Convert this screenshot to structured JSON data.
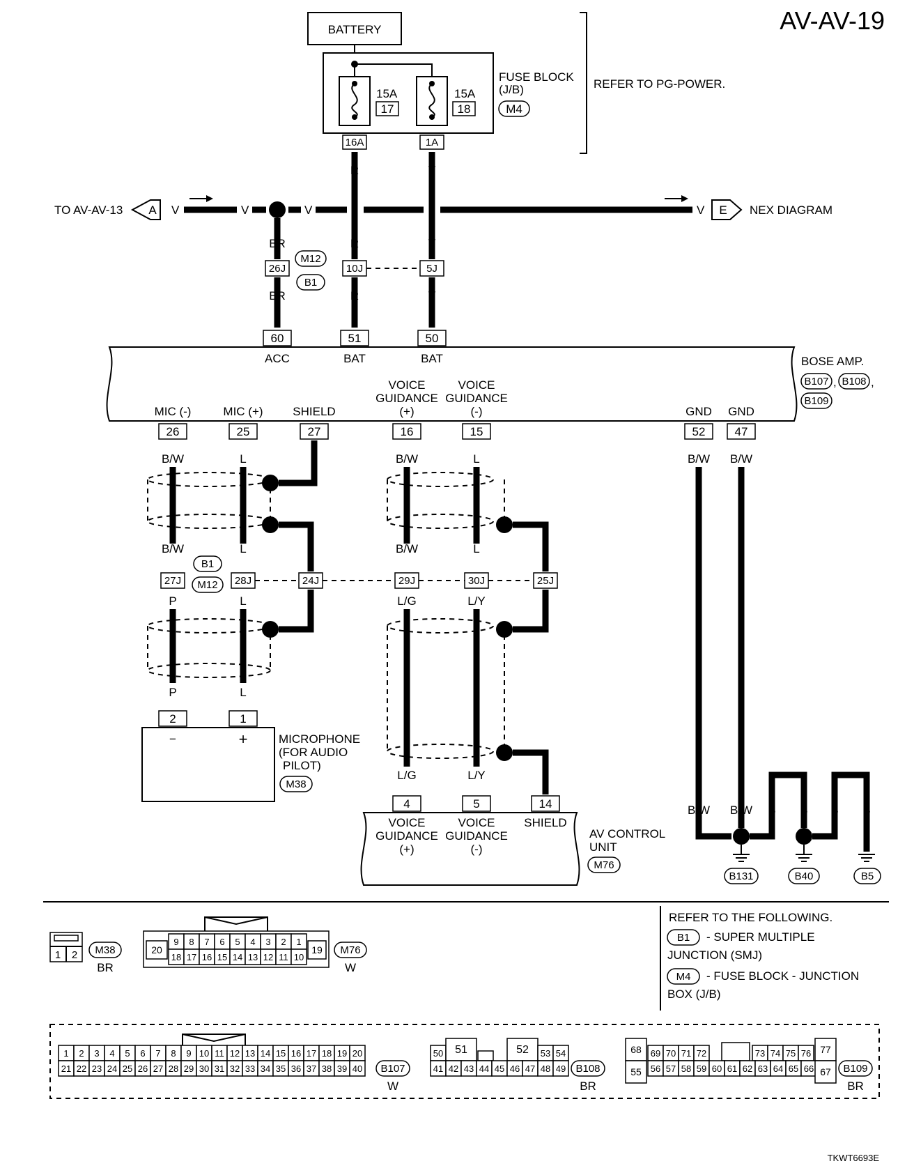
{
  "diagram_id": "AV-AV-19",
  "footer_code": "TKWT6693E",
  "power": {
    "battery": "BATTERY",
    "fuse_block": "FUSE BLOCK",
    "fuse_block_sub": "(J/B)",
    "fuse_block_conn": "M4",
    "refer": "REFER TO PG-POWER.",
    "fuses": [
      {
        "amp": "15A",
        "num": "17",
        "term": "16A"
      },
      {
        "amp": "15A",
        "num": "18",
        "term": "1A"
      }
    ]
  },
  "bus": {
    "left_label": "TO AV-AV-13",
    "left_tag": "A",
    "right_label": "NEX DIAGRAM",
    "right_tag": "E",
    "color": "V"
  },
  "colors": {
    "r": "R",
    "y": "Y",
    "br": "BR",
    "bw": "B/W",
    "l": "L",
    "p": "P",
    "lg": "L/G",
    "ly": "L/Y",
    "b": "B",
    "v": "V"
  },
  "junction1": {
    "conn_a": "M12",
    "conn_b": "B1",
    "terms": [
      "26J",
      "10J",
      "5J"
    ]
  },
  "bose_amp": {
    "name": "BOSE AMP.",
    "conns": [
      "B107",
      "B108",
      "B109"
    ],
    "comma1": ",",
    "comma2": ",",
    "top_pins": [
      {
        "num": "60",
        "label": "ACC"
      },
      {
        "num": "51",
        "label": "BAT"
      },
      {
        "num": "50",
        "label": "BAT"
      }
    ],
    "bottom_pins": [
      {
        "num": "26",
        "label": "MIC (-)"
      },
      {
        "num": "25",
        "label": "MIC (+)"
      },
      {
        "num": "27",
        "label": "SHIELD"
      },
      {
        "num": "16",
        "label1": "VOICE",
        "label2": "GUIDANCE",
        "label3": "(+)"
      },
      {
        "num": "15",
        "label1": "VOICE",
        "label2": "GUIDANCE",
        "label3": "(-)"
      },
      {
        "num": "52",
        "label": "GND"
      },
      {
        "num": "47",
        "label": "GND"
      }
    ]
  },
  "junction2": {
    "conn_a": "B1",
    "conn_b": "M12",
    "terms": [
      "27J",
      "28J",
      "24J",
      "29J",
      "30J",
      "25J"
    ]
  },
  "microphone": {
    "line1": "MICROPHONE",
    "line2": "(FOR AUDIO",
    "line3": "PILOT)",
    "conn": "M38",
    "pins": [
      "2",
      "1"
    ],
    "minus": "−",
    "plus": "+"
  },
  "av_unit": {
    "line1": "AV CONTROL",
    "line2": "UNIT",
    "conn": "M76",
    "pins": [
      {
        "num": "4",
        "label1": "VOICE",
        "label2": "GUIDANCE",
        "label3": "(+)"
      },
      {
        "num": "5",
        "label1": "VOICE",
        "label2": "GUIDANCE",
        "label3": "(-)"
      },
      {
        "num": "14",
        "label1": "SHIELD"
      }
    ]
  },
  "grounds": [
    "B131",
    "B40",
    "B5"
  ],
  "legend": {
    "title": "REFER TO THE FOLLOWING.",
    "item1_conn": "B1",
    "item1_text": "- SUPER MULTIPLE",
    "item1_text2": "JUNCTION (SMJ)",
    "item2_conn": "M4",
    "item2_text": "- FUSE BLOCK - JUNCTION",
    "item2_text2": "BOX (J/B)"
  },
  "connectors": {
    "m38": {
      "id": "M38",
      "color": "BR",
      "pins": [
        "1",
        "2"
      ]
    },
    "m76": {
      "id": "M76",
      "color": "W",
      "top": [
        "9",
        "8",
        "7",
        "6",
        "5",
        "4",
        "3",
        "2",
        "1"
      ],
      "bottom": [
        "18",
        "17",
        "16",
        "15",
        "14",
        "13",
        "12",
        "11",
        "10"
      ],
      "left": "20",
      "right": "19"
    },
    "b107": {
      "id": "B107",
      "color": "W",
      "top": [
        "1",
        "2",
        "3",
        "4",
        "5",
        "6",
        "7",
        "8",
        "9",
        "10",
        "11",
        "12",
        "13",
        "14",
        "15",
        "16",
        "17",
        "18",
        "19",
        "20"
      ],
      "bottom": [
        "21",
        "22",
        "23",
        "24",
        "25",
        "26",
        "27",
        "28",
        "29",
        "30",
        "31",
        "32",
        "33",
        "34",
        "35",
        "36",
        "37",
        "38",
        "39",
        "40"
      ]
    },
    "b108": {
      "id": "B108",
      "color": "BR",
      "top_left": "50",
      "big1": "51",
      "big2": "52",
      "top_r1": "53",
      "top_r2": "54",
      "bottom": [
        "41",
        "42",
        "43",
        "44",
        "45",
        "46",
        "47",
        "48",
        "49"
      ]
    },
    "b109": {
      "id": "B109",
      "color": "BR",
      "left_top": "68",
      "left_bottom": "55",
      "top_a": [
        "69",
        "70",
        "71",
        "72"
      ],
      "top_b": [
        "73",
        "74",
        "75",
        "76"
      ],
      "bottom": [
        "56",
        "57",
        "58",
        "59",
        "60",
        "61",
        "62",
        "63",
        "64",
        "65",
        "66"
      ],
      "right_top": "77",
      "right_bottom": "67"
    }
  }
}
